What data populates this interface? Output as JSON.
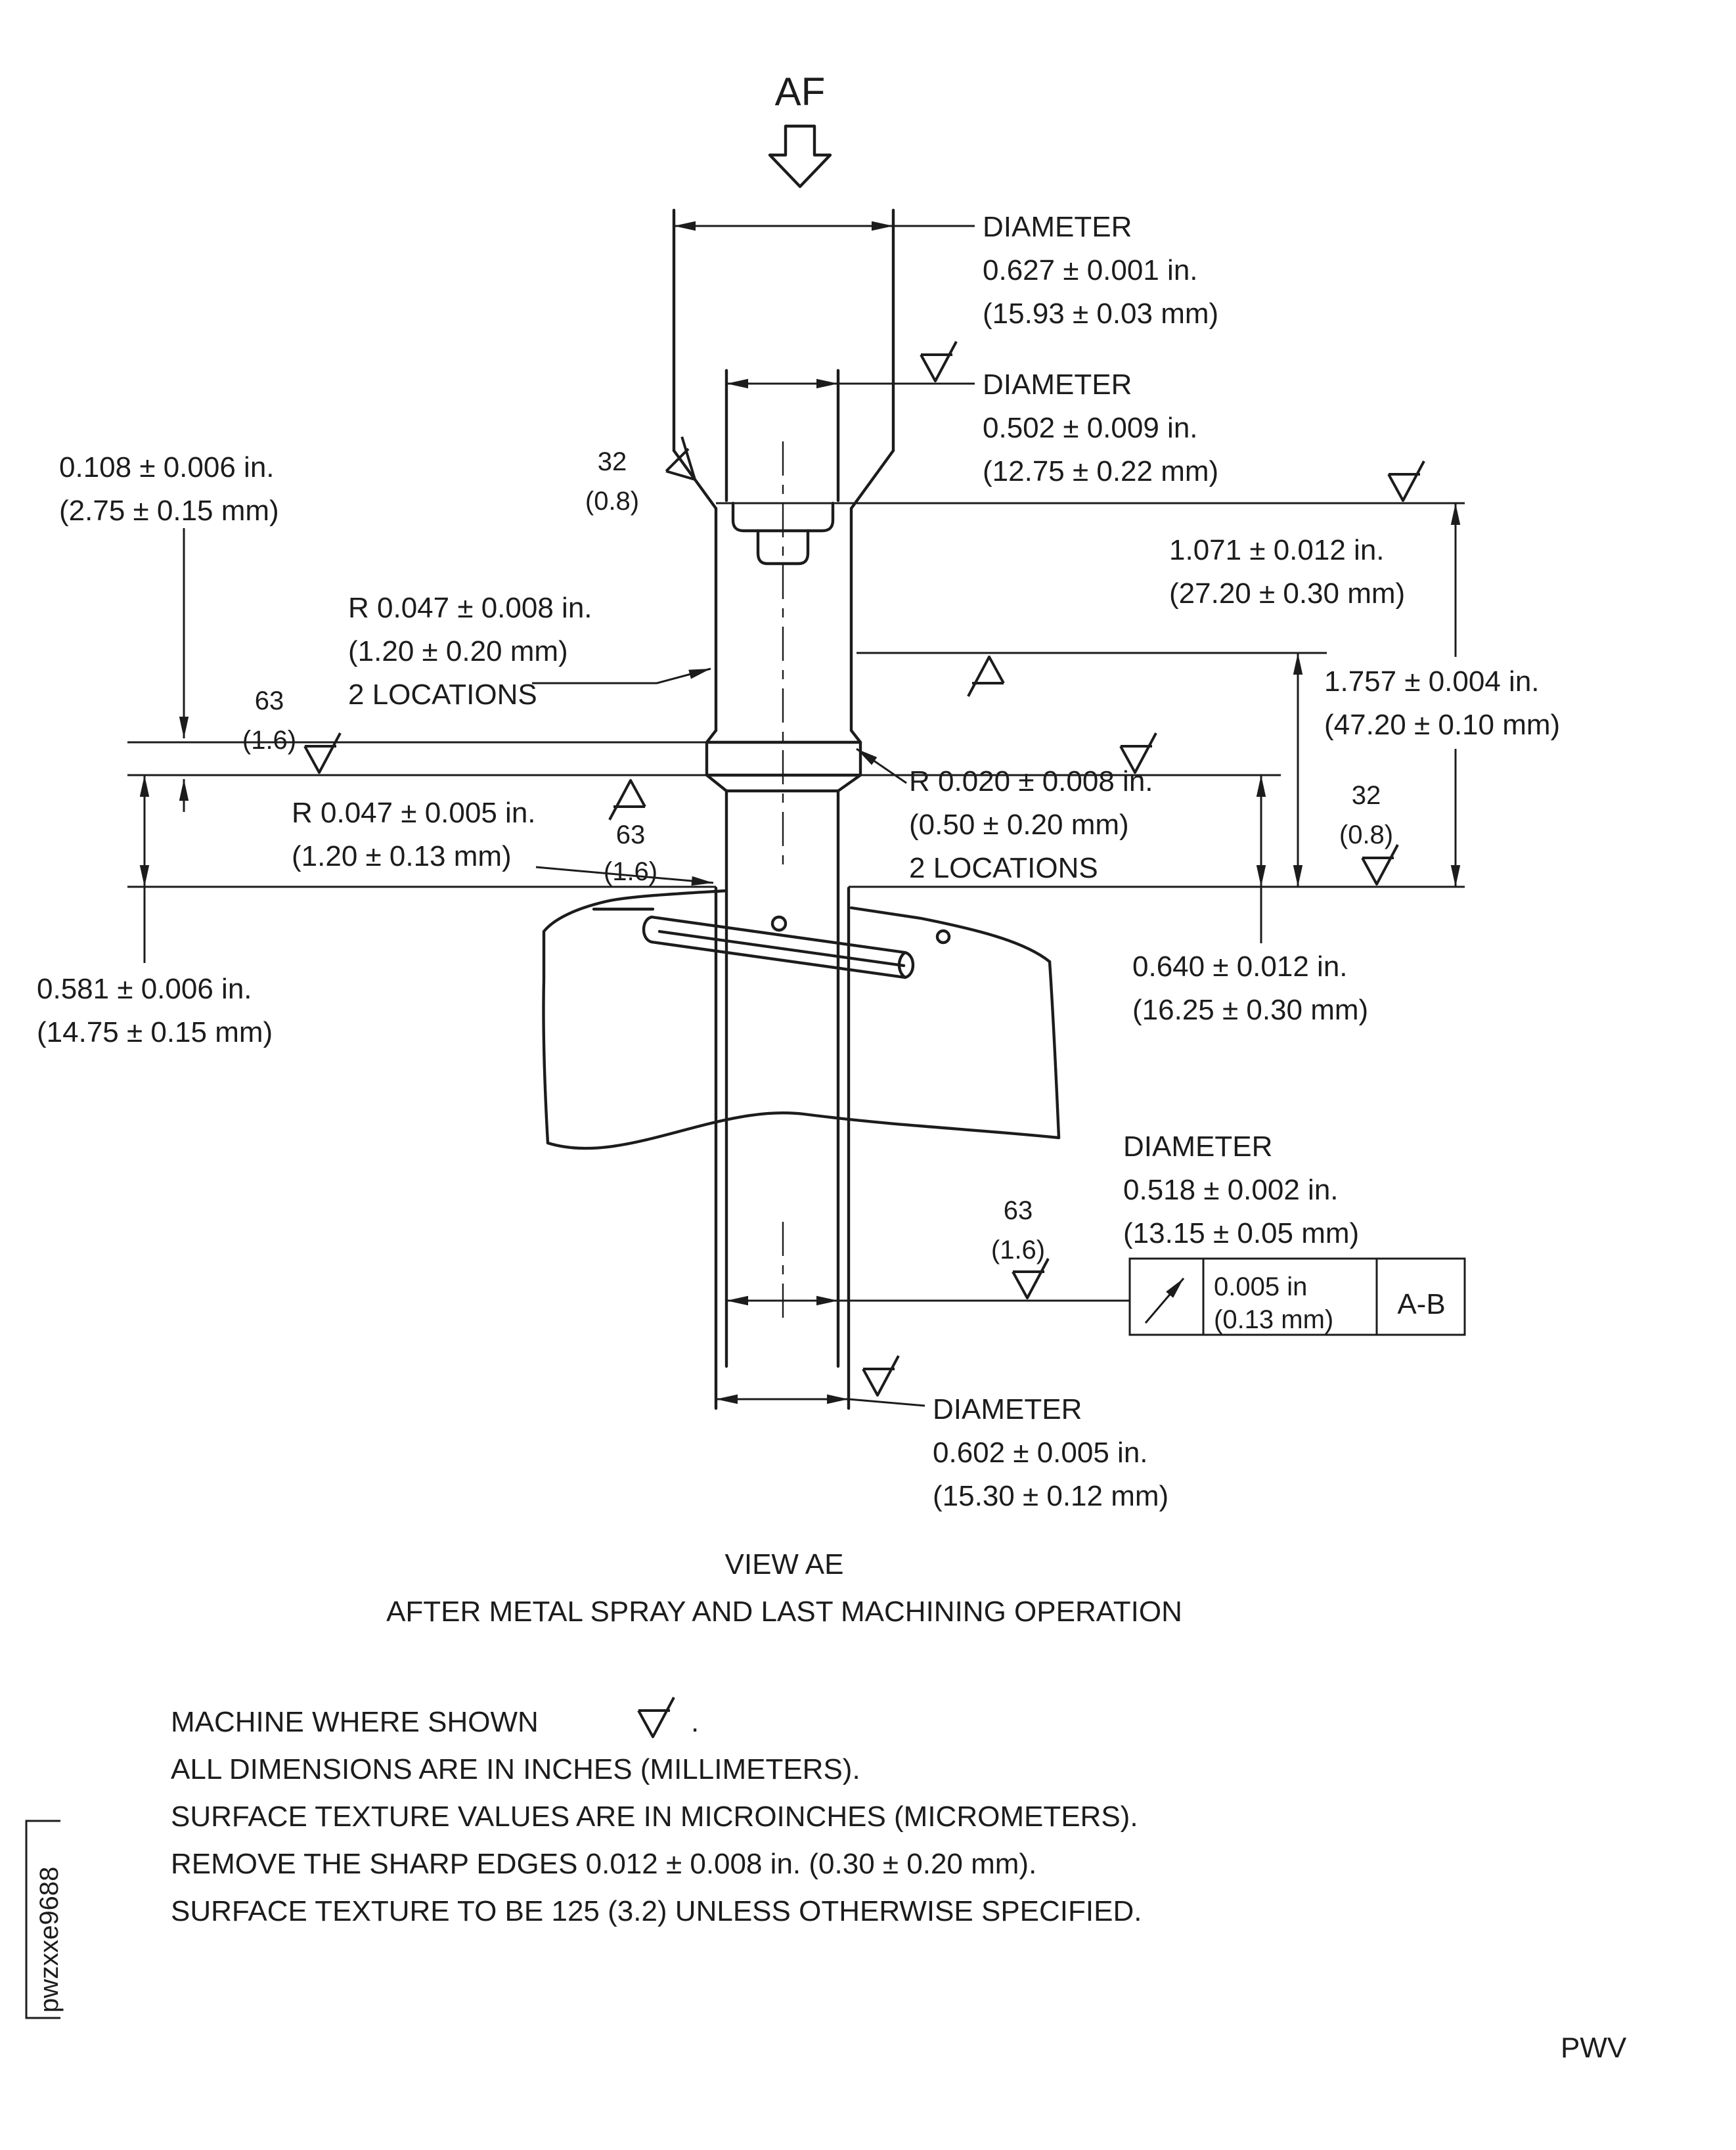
{
  "style": {
    "ink": "#1c1c1c",
    "paper": "#ffffff"
  },
  "header": {
    "section_arrow_label": "AF"
  },
  "dims": {
    "dia_0627": {
      "title": "DIAMETER",
      "in": "0.627 ± 0.001 in.",
      "mm": "(15.93 ± 0.03 mm)"
    },
    "dia_0502": {
      "title": "DIAMETER",
      "in": "0.502 ± 0.009 in.",
      "mm": "(12.75 ± 0.22 mm)"
    },
    "dia_0518": {
      "title": "DIAMETER",
      "in": "0.518 ± 0.002 in.",
      "mm": "(13.15 ± 0.05 mm)"
    },
    "dia_0602": {
      "title": "DIAMETER",
      "in": "0.602 ± 0.005 in.",
      "mm": "(15.30 ± 0.12 mm)"
    },
    "len_0108": {
      "in": "0.108 ± 0.006 in.",
      "mm": "(2.75 ± 0.15 mm)"
    },
    "len_1071": {
      "in": "1.071 ± 0.012 in.",
      "mm": "(27.20 ± 0.30 mm)"
    },
    "len_1757": {
      "in": "1.757 ± 0.004 in.",
      "mm": "(47.20 ± 0.10 mm)"
    },
    "len_0581": {
      "in": "0.581 ± 0.006 in.",
      "mm": "(14.75 ± 0.15 mm)"
    },
    "len_0640": {
      "in": "0.640 ± 0.012 in.",
      "mm": "(16.25 ± 0.30 mm)"
    },
    "rad_0047_upper": {
      "in": "R 0.047 ± 0.008 in.",
      "mm": "(1.20 ± 0.20 mm)",
      "note": "2 LOCATIONS"
    },
    "rad_0047_lower": {
      "in": "R 0.047 ± 0.005 in.",
      "mm": "(1.20 ± 0.13 mm)"
    },
    "rad_0020": {
      "in": "R 0.020 ± 0.008 in.",
      "mm": "(0.50 ± 0.20 mm)",
      "note": "2 LOCATIONS"
    }
  },
  "finish": {
    "sf32_top": {
      "value": "32",
      "metric": "(0.8)"
    },
    "sf63_left": {
      "value": "63",
      "metric": "(1.6)"
    },
    "sf63_mid": {
      "value": "63",
      "metric": "(1.6)"
    },
    "sf32_right": {
      "value": "32",
      "metric": "(0.8)"
    },
    "sf63_bottom": {
      "value": "63",
      "metric": "(1.6)"
    }
  },
  "fcf": {
    "tolerance_in": "0.005 in",
    "tolerance_mm": "(0.13 mm)",
    "datum": "A-B"
  },
  "caption": {
    "title": "VIEW AE",
    "subtitle": "AFTER METAL SPRAY AND LAST MACHINING OPERATION"
  },
  "notes": {
    "n1a": "MACHINE WHERE SHOWN",
    "n1b": ".",
    "n2": "ALL DIMENSIONS ARE IN INCHES (MILLIMETERS).",
    "n3": "SURFACE TEXTURE VALUES ARE IN MICROINCHES (MICROMETERS).",
    "n4": "REMOVE THE SHARP EDGES 0.012 ± 0.008 in. (0.30 ± 0.20 mm).",
    "n5": "SURFACE TEXTURE TO BE 125 (3.2) UNLESS OTHERWISE SPECIFIED."
  },
  "footer": {
    "doc_code": "pwzxxe9688",
    "page_code": "PWV"
  }
}
